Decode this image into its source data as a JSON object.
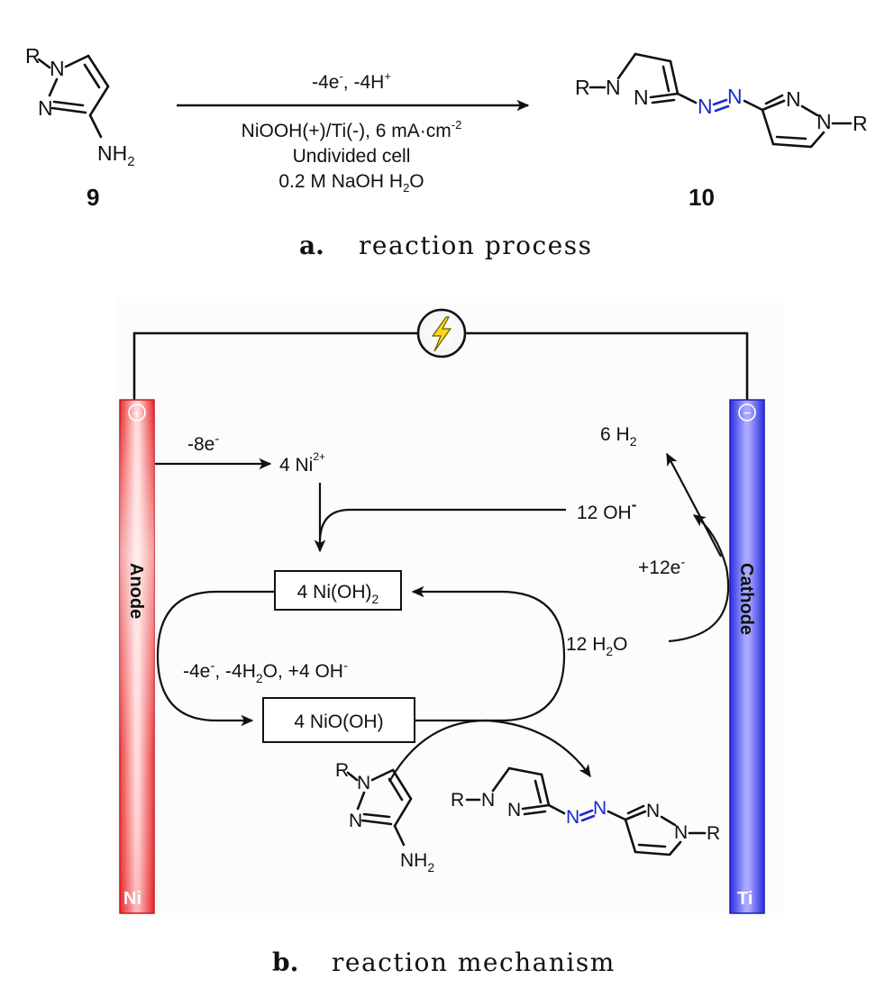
{
  "panel_a": {
    "reactant": {
      "r": "R",
      "n1": "N",
      "n2": "N",
      "nh2": "NH",
      "nh2_sub": "2",
      "number": "9"
    },
    "conditions": {
      "line1": "-4e",
      "line1_sup1": "-",
      "line1_mid": ", -4H",
      "line1_sup2": "+",
      "line2": "NiOOH(+)/Ti(-), 6 mA·cm",
      "line2_sup": "-2",
      "line3": "Undivided cell",
      "line4": "0.2 M NaOH H",
      "line4_sub": "2",
      "line4_end": "O"
    },
    "product": {
      "r_left": "R",
      "r_right": "R",
      "n": "N",
      "azo_n": "N",
      "number": "10"
    },
    "caption_letter": "a.",
    "caption_text": "reaction process"
  },
  "panel_b": {
    "anode": {
      "label": "Anode",
      "material": "Ni",
      "sign": "+",
      "color": "#e8262a"
    },
    "cathode": {
      "label": "Cathode",
      "material": "Ti",
      "sign": "−",
      "color": "#2a2fe0"
    },
    "anode_electrons": "-8e",
    "anode_electrons_sup": "-",
    "ni_ion": "4 Ni",
    "ni_ion_sup": "2+",
    "ni_hydroxide": "4 Ni(OH)",
    "ni_hydroxide_sub": "2",
    "nioxyhydroxide": "4 NiO(OH)",
    "cycle_label": "-4e",
    "cycle_label_sup": "-",
    "cycle_label_mid": ",  -4H",
    "cycle_label_sub": "2",
    "cycle_label_mid2": "O,  +4 OH",
    "cycle_label_sup2": "-",
    "hydrogen": "6 H",
    "hydrogen_sub": "2",
    "hydroxide": "12 OH",
    "hydroxide_sup": "-",
    "cathode_electrons": "+12e",
    "cathode_electrons_sup": "-",
    "water": "12 H",
    "water_sub": "2",
    "water_end": "O",
    "reactant": {
      "r": "R",
      "n1": "N",
      "n2": "N",
      "nh2": "NH",
      "nh2_sub": "2"
    },
    "product": {
      "r_left": "R",
      "r_right": "R",
      "n": "N",
      "azo_n": "N"
    },
    "caption_letter": "b.",
    "caption_text": "reaction mechanism",
    "power_icon": "lightning-bolt-icon"
  }
}
